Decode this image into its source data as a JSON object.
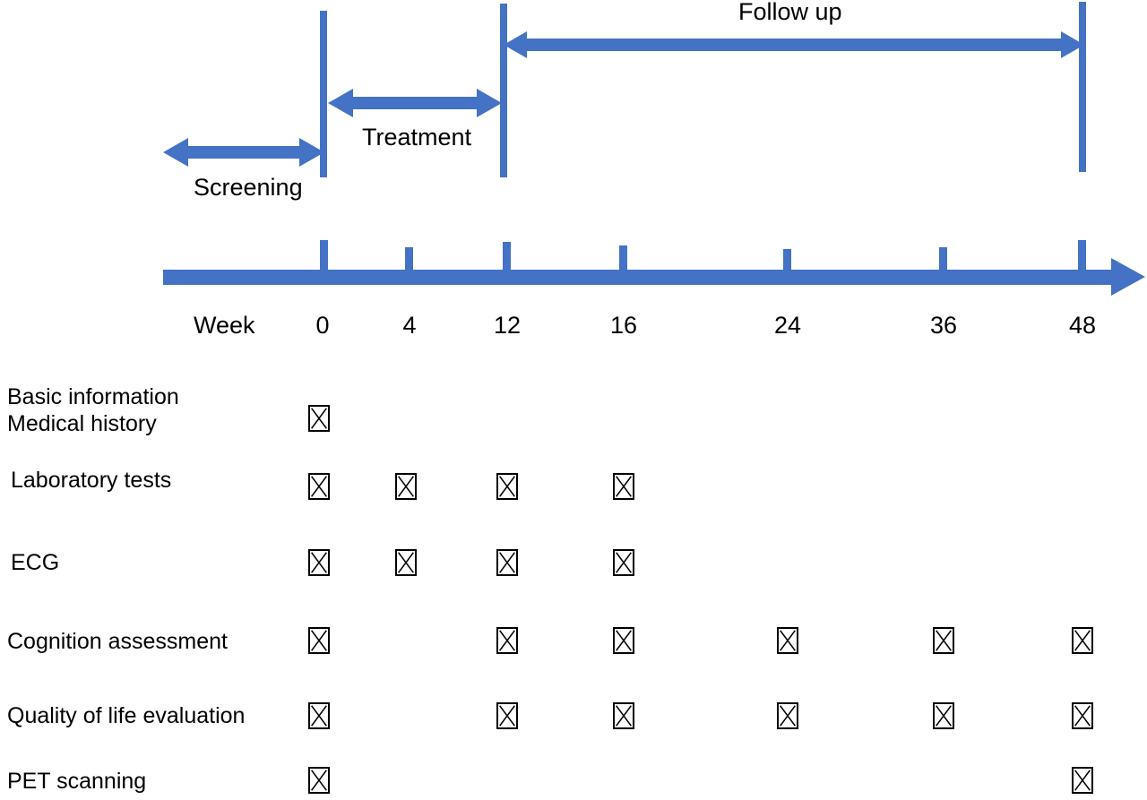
{
  "figure": {
    "type": "clinical-trial-schedule",
    "accent_color": "#4472C4",
    "ink_color": "#000000",
    "background": "#ffffff"
  },
  "phases": [
    {
      "name": "screening",
      "label": "Screening",
      "from_week": null,
      "to_week": 0,
      "arrow": "double"
    },
    {
      "name": "treatment",
      "label": "Treatment",
      "from_week": 0,
      "to_week": 12,
      "arrow": "double"
    },
    {
      "name": "followup",
      "label": "Follow up",
      "from_week": 12,
      "to_week": 48,
      "arrow": "double"
    }
  ],
  "timeline": {
    "axis_label": "Week",
    "ticks": [
      "0",
      "4",
      "12",
      "16",
      "24",
      "36",
      "48"
    ],
    "arrow_direction": "right"
  },
  "schedule": {
    "columns": [
      "0",
      "4",
      "12",
      "16",
      "24",
      "36",
      "48"
    ],
    "mark_glyph": "x-in-box",
    "rows": [
      {
        "name": "basic-information-medical-history",
        "label_lines": [
          "Basic information",
          "Medical history"
        ],
        "marks": [
          true,
          false,
          false,
          false,
          false,
          false,
          false
        ]
      },
      {
        "name": "laboratory-tests",
        "label_lines": [
          "Laboratory tests"
        ],
        "marks": [
          true,
          true,
          true,
          true,
          false,
          false,
          false
        ]
      },
      {
        "name": "ecg",
        "label_lines": [
          "ECG"
        ],
        "marks": [
          true,
          true,
          true,
          true,
          false,
          false,
          false
        ]
      },
      {
        "name": "cognition-assessment",
        "label_lines": [
          "Cognition assessment"
        ],
        "marks": [
          true,
          false,
          true,
          true,
          true,
          true,
          true
        ]
      },
      {
        "name": "quality-of-life-evaluation",
        "label_lines": [
          "Quality of life evaluation"
        ],
        "marks": [
          true,
          false,
          true,
          true,
          true,
          true,
          true
        ]
      },
      {
        "name": "pet-scanning",
        "label_lines": [
          "PET scanning"
        ],
        "marks": [
          true,
          false,
          false,
          false,
          false,
          false,
          true
        ]
      }
    ]
  }
}
